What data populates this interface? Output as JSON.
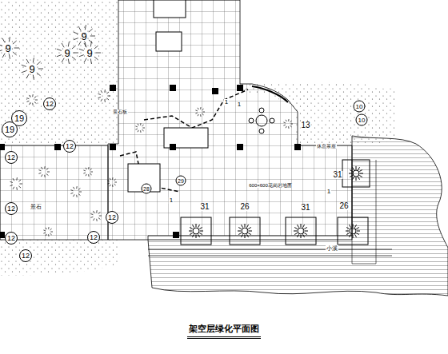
{
  "diagram": {
    "title": "架空层绿化平面图",
    "labels": [
      "9",
      "9",
      "9",
      "9",
      "9",
      "12",
      "19",
      "19",
      "12",
      "12",
      "12",
      "12",
      "12",
      "12",
      "12",
      "景石板",
      "29",
      "28",
      "1",
      "1",
      "1",
      "1",
      "31",
      "26",
      "31",
      "26",
      "31",
      "10",
      "10",
      "13",
      "休息茶座",
      "600×600花岗岩地面",
      "小溪",
      "景石"
    ]
  }
}
